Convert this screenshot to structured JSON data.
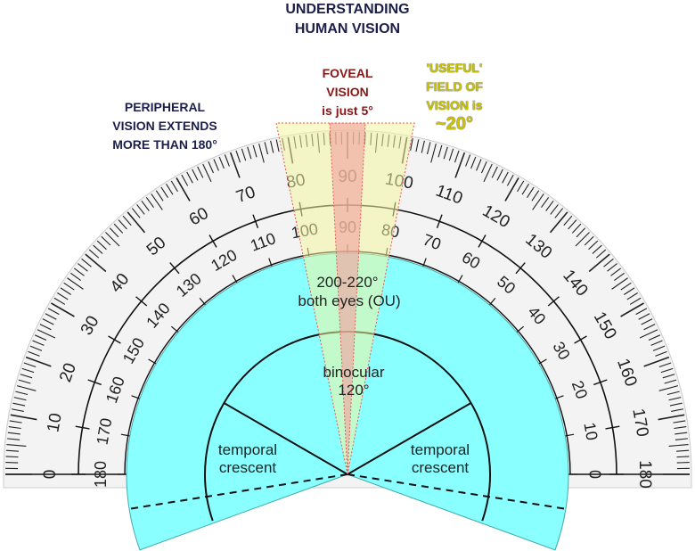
{
  "title": [
    "UNDERSTANDING",
    "HUMAN VISION"
  ],
  "peripheral": [
    "PERIPHERAL",
    "VISION EXTENDS",
    "MORE THAN 180°"
  ],
  "foveal": [
    "FOVEAL",
    "VISION",
    "is just 5°"
  ],
  "useful": [
    "'USEFUL'",
    "FIELD OF",
    "VISION is",
    "~20°"
  ],
  "field_labels": {
    "both_eyes_range": "200-220°",
    "both_eyes": "both eyes (OU)",
    "binocular": "binocular",
    "binocular_deg": "120°",
    "temporal_left": [
      "temporal",
      "crescent"
    ],
    "temporal_right": [
      "temporal",
      "crescent"
    ]
  },
  "protractor": {
    "outer_labels": [
      "0",
      "10",
      "20",
      "30",
      "40",
      "50",
      "60",
      "70",
      "80",
      "90",
      "100",
      "110",
      "120",
      "130",
      "140",
      "150",
      "160",
      "170",
      "180"
    ],
    "inner_labels": [
      "180",
      "170",
      "160",
      "150",
      "140",
      "130",
      "120",
      "110",
      "100",
      "90",
      "80",
      "70",
      "60",
      "50",
      "40",
      "30",
      "20",
      "10",
      "0"
    ]
  },
  "colors": {
    "field": "#8affff",
    "useful": "#f2f5a0",
    "foveal": "#f4a0a0",
    "title": "#1c1f4a",
    "foveal_text": "#8b1414"
  }
}
